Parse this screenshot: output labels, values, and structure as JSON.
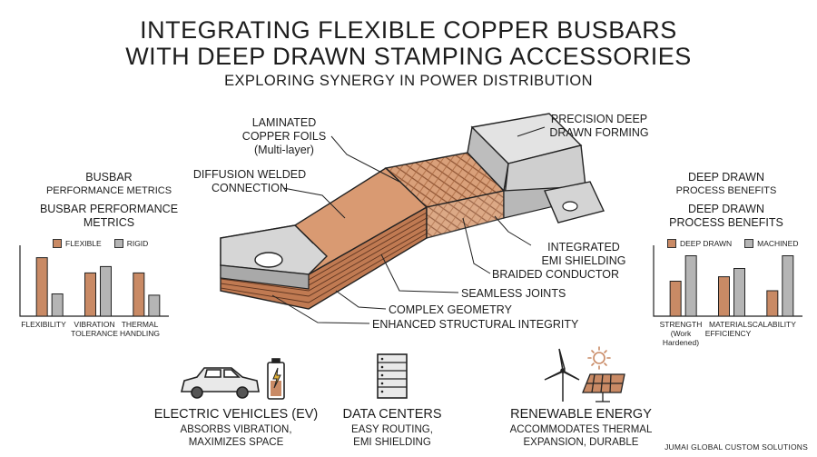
{
  "header": {
    "title_line1": "INTEGRATING FLEXIBLE COPPER BUSBARS",
    "title_line2": "WITH DEEP DRAWN STAMPING ACCESSORIES",
    "subtitle": "EXPLORING SYNERGY IN POWER DISTRIBUTION"
  },
  "callouts": {
    "laminated_line1": "LAMINATED",
    "laminated_line2": "COPPER FOILS",
    "laminated_line3": "(Multi-layer)",
    "diffusion_line1": "DIFFUSION WELDED",
    "diffusion_line2": "CONNECTION",
    "precision_line1": "PRECISION DEEP",
    "precision_line2": "DRAWN FORMING",
    "integrated_line1": "INTEGRATED",
    "integrated_line2": "EMI SHIELDING",
    "braided": "BRAIDED CONDUCTOR",
    "seamless": "SEAMLESS JOINTS",
    "complex": "COMPLEX GEOMETRY",
    "enhanced": "ENHANCED STRUCTURAL INTEGRITY"
  },
  "left_panel": {
    "header_small_line1": "BUSBAR",
    "header_small_line2": "PERFORMANCE METRICS",
    "header_line1": "BUSBAR PERFORMANCE",
    "header_line2": "METRICS",
    "legend_a": "FLEXIBLE",
    "legend_b": "RIGID",
    "cat1": "FLEXIBILITY",
    "cat2_line1": "VIBRATION",
    "cat2_line2": "TOLERANCE",
    "cat3_line1": "THERMAL",
    "cat3_line2": "HANDLING"
  },
  "right_panel": {
    "header_small_line1": "DEEP DRAWN",
    "header_small_line2": "PROCESS BENEFITS",
    "header_line1": "DEEP DRAWN",
    "header_line2": "PROCESS BENEFITS",
    "legend_a": "DEEP DRAWN",
    "legend_b": "MACHINED",
    "cat1_line1": "STRENGTH",
    "cat1_line2": "(Work",
    "cat1_line3": "Hardened)",
    "cat2_line1": "MATERIAL",
    "cat2_line2": "EFFICIENCY",
    "cat3": "SCALABILITY"
  },
  "chart_data": [
    {
      "type": "bar",
      "categories": [
        "FLEXIBILITY",
        "VIBRATION TOLERANCE",
        "THERMAL HANDLING"
      ],
      "series": [
        {
          "name": "FLEXIBLE",
          "values": [
            0.92,
            0.68,
            0.68
          ]
        },
        {
          "name": "RIGID",
          "values": [
            0.35,
            0.78,
            0.33
          ]
        }
      ],
      "colors": {
        "FLEXIBLE": "#c98a65",
        "RIGID": "#b5b5b5"
      },
      "legend": "top"
    },
    {
      "type": "bar",
      "categories": [
        "STRENGTH (Work Hardened)",
        "MATERIAL EFFICIENCY",
        "SCALABILITY"
      ],
      "series": [
        {
          "name": "DEEP DRAWN",
          "values": [
            0.55,
            0.62,
            0.4
          ]
        },
        {
          "name": "MACHINED",
          "values": [
            0.95,
            0.75,
            0.95
          ]
        }
      ],
      "colors": {
        "DEEP DRAWN": "#c98a65",
        "MACHINED": "#b5b5b5"
      },
      "legend": "top"
    }
  ],
  "applications": {
    "ev_title": "ELECTRIC VEHICLES (EV)",
    "ev_desc1": "ABSORBS VIBRATION,",
    "ev_desc2": "MAXIMIZES SPACE",
    "dc_title": "DATA CENTERS",
    "dc_desc1": "EASY ROUTING,",
    "dc_desc2": "EMI SHIELDING",
    "re_title": "RENEWABLE ENERGY",
    "re_desc1": "ACCOMMODATES THERMAL",
    "re_desc2": "EXPANSION, DURABLE"
  },
  "footer": "JUMAI GLOBAL CUSTOM SOLUTIONS",
  "icons": [
    "car-icon",
    "battery-icon",
    "server-rack-icon",
    "wind-turbine-icon",
    "sun-icon",
    "solar-panel-icon"
  ],
  "colors": {
    "copper": "#c98a65",
    "steel": "#cfcfcf",
    "ink": "#1d1d1d"
  }
}
